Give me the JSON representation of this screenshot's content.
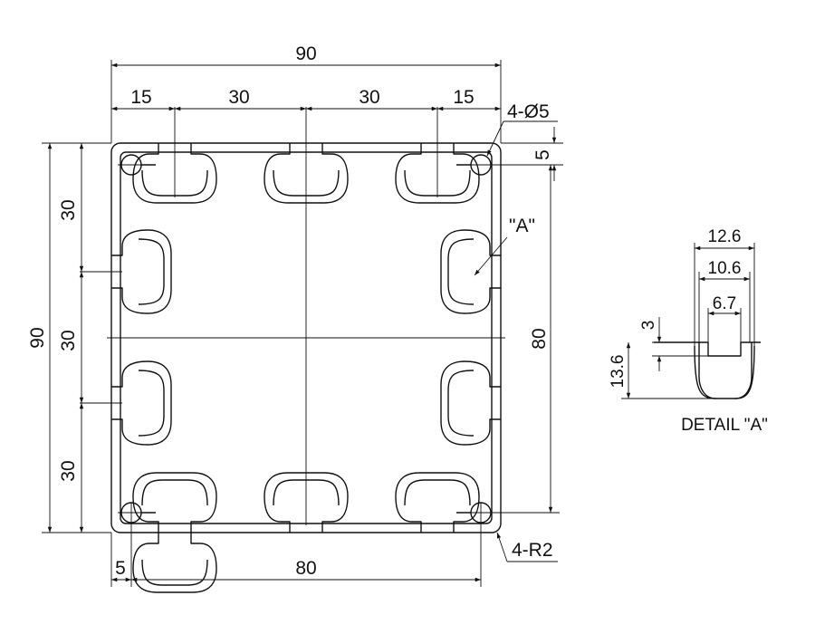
{
  "overall_width": "90",
  "top_spacing": [
    "15",
    "30",
    "30",
    "15"
  ],
  "hole_callout": "4-Ø5",
  "hole_offset": "5",
  "detail_callout": "\"A\"",
  "overall_height": "90",
  "left_spacing": [
    "30",
    "30",
    "30"
  ],
  "right_height": "80",
  "bottom_offset": "5",
  "bottom_width": "80",
  "radius_callout": "4-R2",
  "detail": {
    "width_outer": "12.6",
    "width_middle": "10.6",
    "width_inner": "6.7",
    "lip_height": "3",
    "depth": "13.6",
    "title": "DETAIL \"A\""
  }
}
